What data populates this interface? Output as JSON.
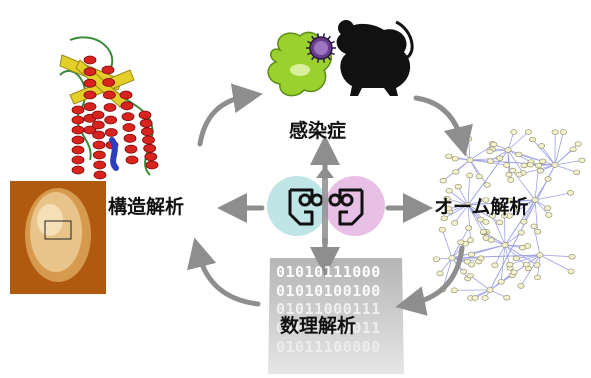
{
  "labels": {
    "infection": "感染症",
    "structure": "構造解析",
    "omics": "オーム解析",
    "math": "数理解析"
  },
  "binary_lines": [
    "01010111000",
    "01010100100",
    "01011000111",
    "01010100011",
    "01011100000"
  ],
  "colors": {
    "arrow": "#8e8e8e",
    "protein_helix": "#d9231f",
    "protein_sheet": "#e3cf28",
    "protein_coil": "#3a8a3a",
    "protein_blue": "#2d3ec0",
    "microscopy_bg": "#b05a10",
    "cell": "#e8c48a",
    "pathogen": "#9ad12e",
    "mouse": "#111111",
    "network_edge": "#9da0e6",
    "network_node": "#f3f1cf",
    "circle_left": "#bfe5e6",
    "circle_right": "#e8c0e6",
    "binary_block": "#bcbcbc"
  },
  "icons": {
    "center": "face-icon",
    "protein": "protein-structure-icon",
    "microscopy": "cell-microscopy-icon",
    "pathogen": "pathogen-icon",
    "mouse": "mouse-icon",
    "network": "network-graph-icon",
    "binary": "binary-data-icon"
  }
}
